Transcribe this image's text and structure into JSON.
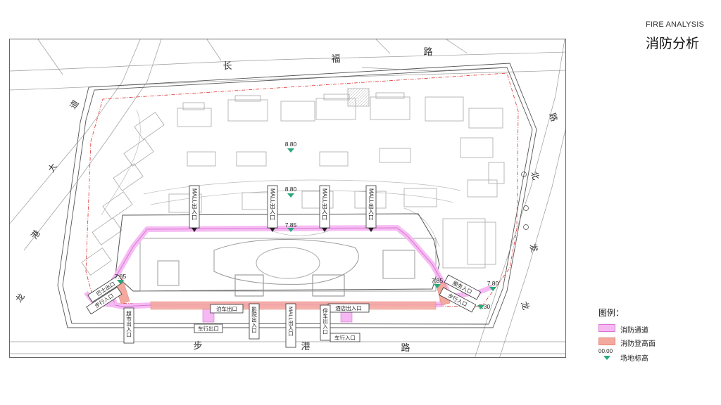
{
  "header": {
    "title_en": "FIRE ANALYSIS",
    "title_cn": "消防分析"
  },
  "roads": {
    "north_chars": [
      "长",
      "福",
      "路"
    ],
    "south_chars": [
      "步",
      "港",
      "路"
    ],
    "west_chars": [
      "大",
      "道",
      "龙",
      "港"
    ],
    "east_chars": [
      "路",
      "北",
      "发",
      "龙"
    ]
  },
  "elevations": [
    "8.80",
    "8.80",
    "7.85",
    "7.85",
    "7.85",
    "7.80",
    "7.30"
  ],
  "entrances": {
    "mall_entry": "MALL出入口",
    "bus_exit": "巴士出口",
    "parking_exit": "泊车出口",
    "service_entry": "服务入口",
    "pedestrian_entry": "步行入口",
    "car_exit": "车行出口",
    "car_entry": "车行入口",
    "supermarket_entry": "超市出入口",
    "cinema_entry": "影院出入口",
    "hotel_entry": "酒店出入口",
    "parking_entry": "停车出入口"
  },
  "legend": {
    "title": "图例：",
    "fire_access": "消防通道",
    "fire_climb": "消防登高面",
    "elev_sample": "00.00",
    "site_elevation": "场地标高"
  },
  "colors": {
    "fire_access": "#f5b8f2",
    "fire_climb": "#f4a99e",
    "elevation_marker": "#2aa879",
    "redline": "#e03030"
  }
}
